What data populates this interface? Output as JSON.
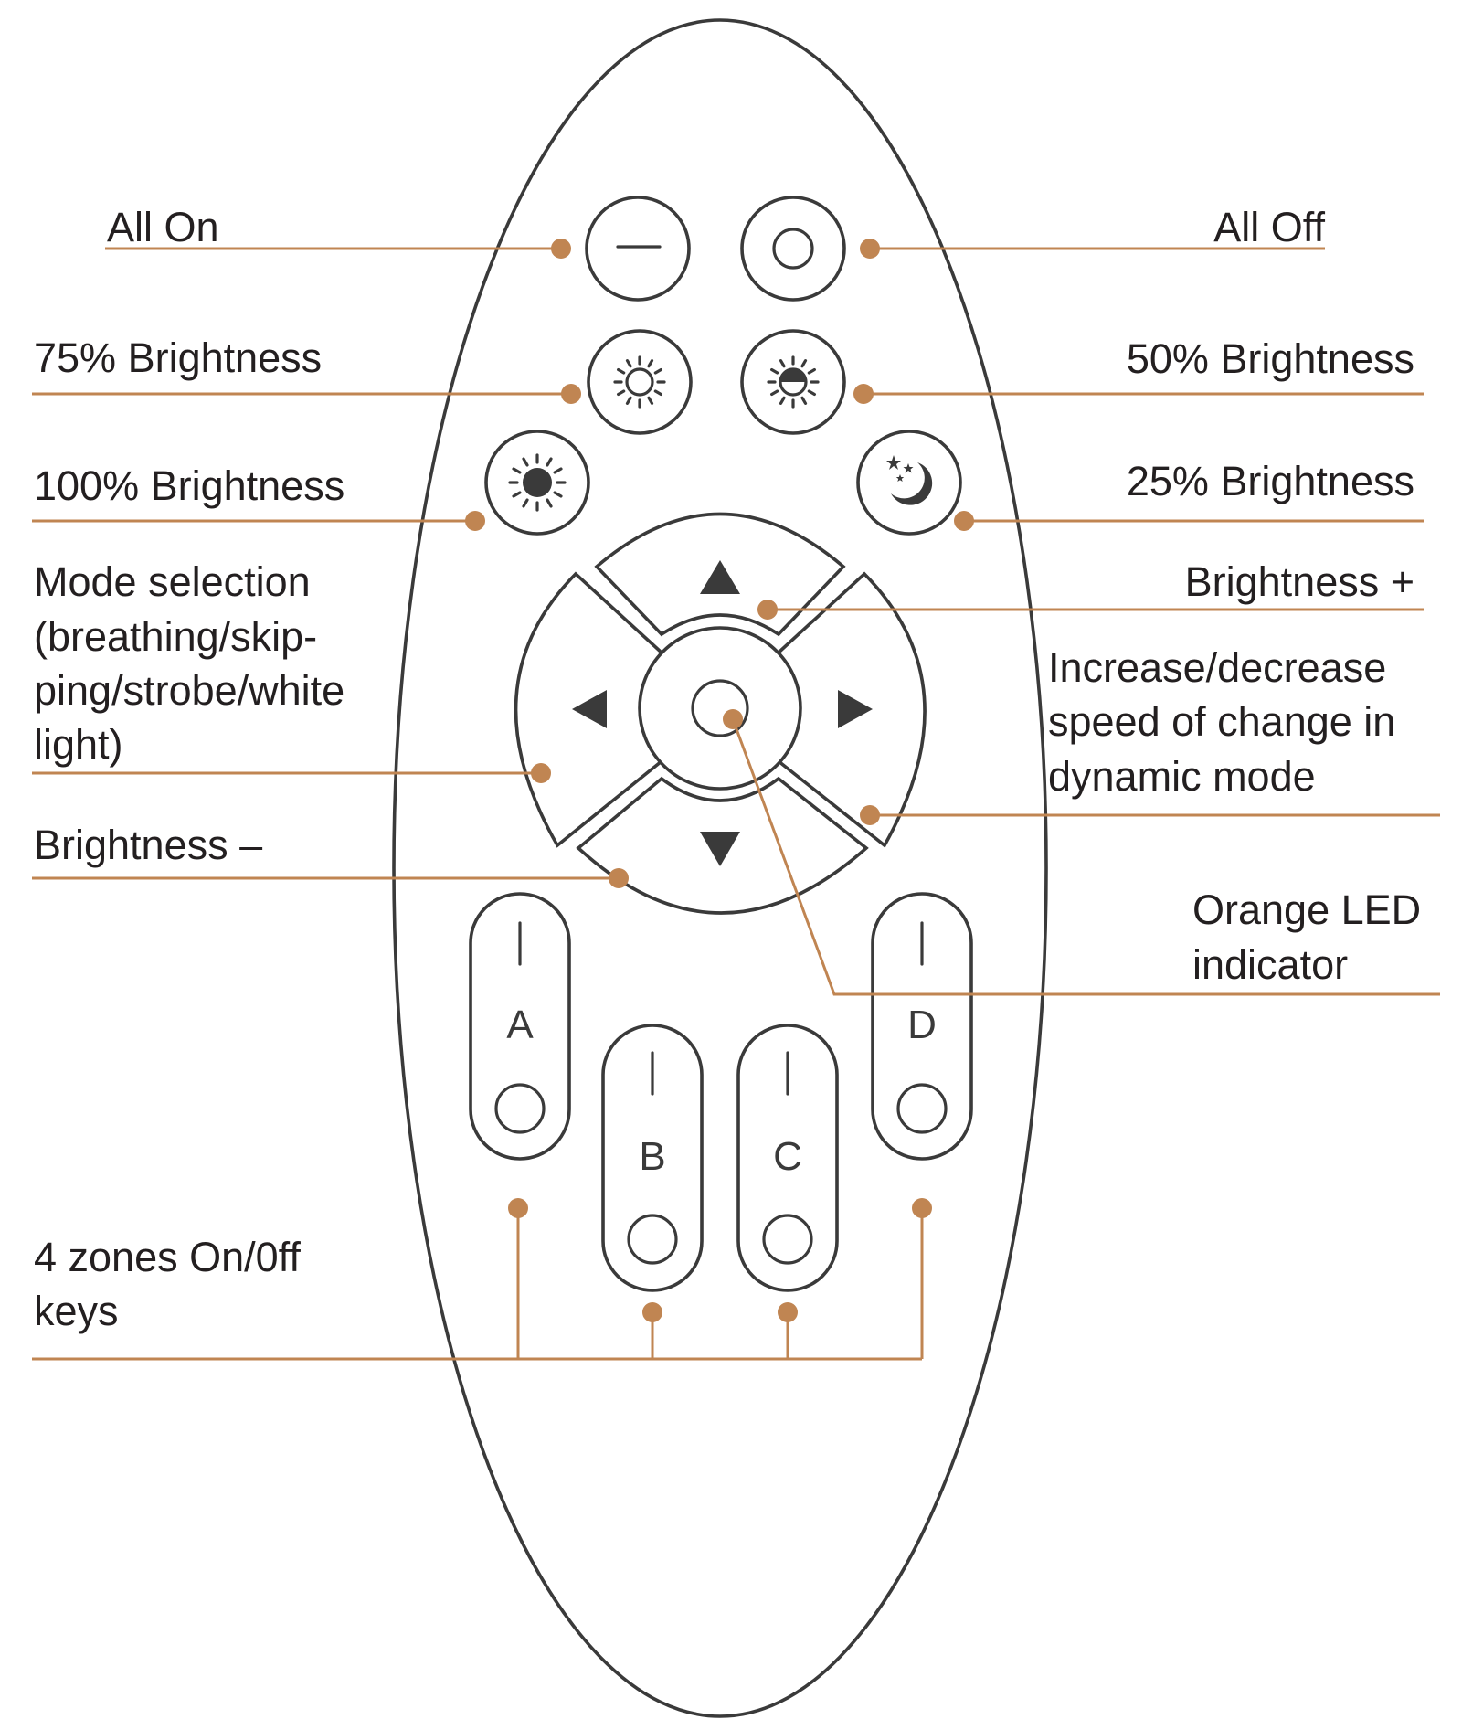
{
  "colors": {
    "leader": "#c08552",
    "outline": "#3a3a3a",
    "text": "#231f20",
    "background": "#ffffff"
  },
  "labels": {
    "all_on": "All On",
    "all_off": "All Off",
    "b75": "75% Brightness",
    "b50": "50% Brightness",
    "b100": "100% Brightness",
    "b25": "25% Brightness",
    "brightness_plus": "Brightness +",
    "mode_selection": [
      "Mode selection",
      "(breathing/skip-",
      "ping/strobe/white",
      "light)"
    ],
    "speed": [
      "Increase/decrease",
      "speed of change in",
      "dynamic mode"
    ],
    "brightness_minus": "Brightness –",
    "orange_led": [
      "Orange LED",
      "indicator"
    ],
    "zones": [
      "4 zones On/0ff",
      "keys"
    ]
  },
  "zones": [
    "A",
    "B",
    "C",
    "D"
  ],
  "icons": {
    "all_on": "on-bar-icon",
    "all_off": "off-ring-icon",
    "b75": "sun-outline-icon",
    "b50": "half-sun-icon",
    "b100": "sun-filled-icon",
    "b25": "moon-stars-icon",
    "up": "triangle-up-icon",
    "down": "triangle-down-icon",
    "left": "triangle-left-icon",
    "right": "triangle-right-icon",
    "center": "led-ring-icon"
  }
}
